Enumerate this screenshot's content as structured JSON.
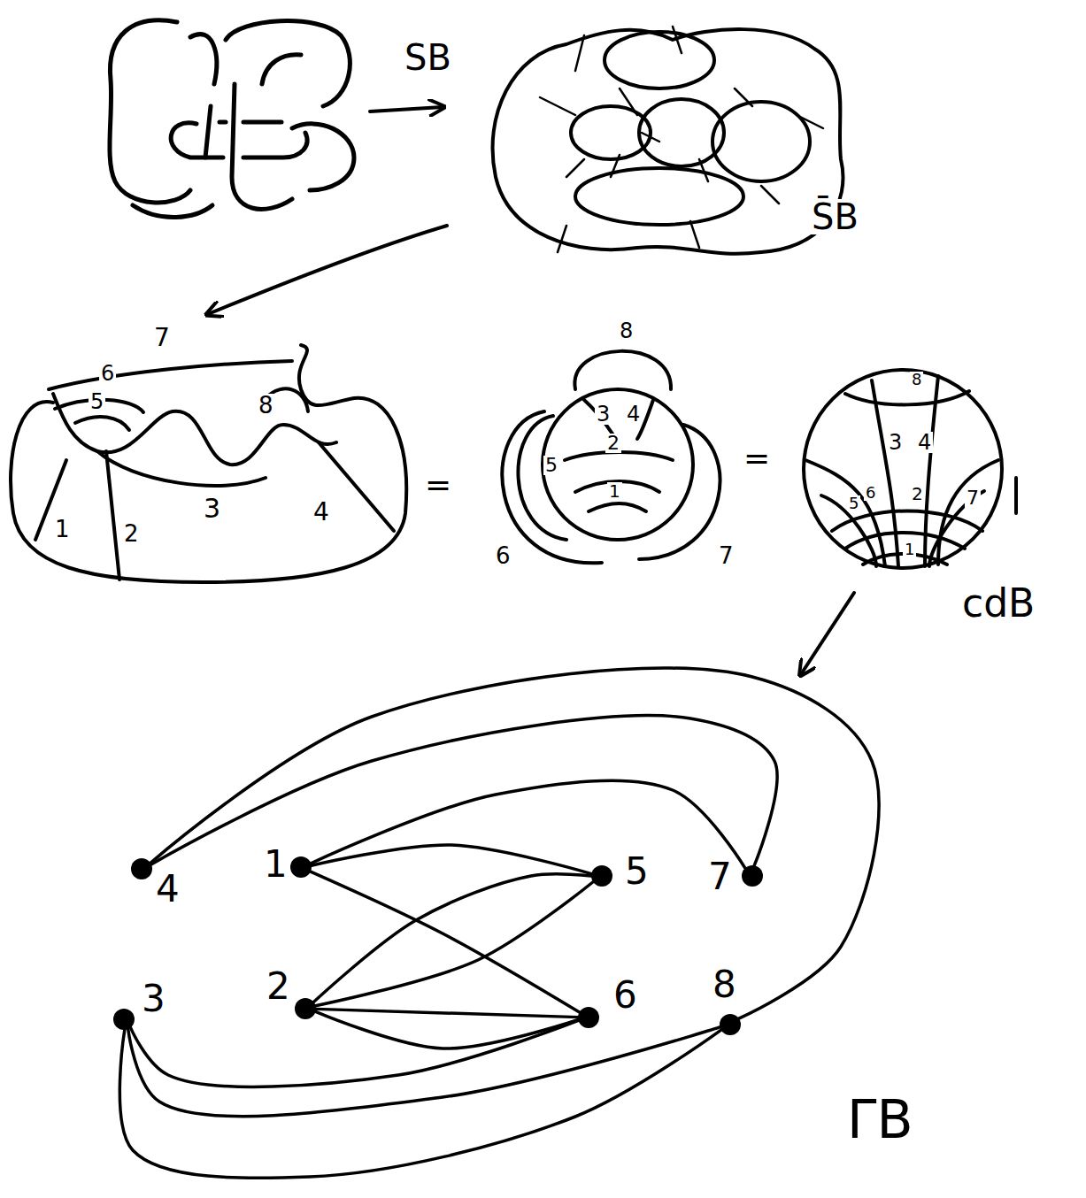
{
  "diagram": {
    "nodes": [
      {
        "text": [
          "4"
        ]
      },
      {
        "text": [
          "1"
        ]
      },
      {
        "text": [
          "5"
        ]
      },
      {
        "text": [
          "7"
        ]
      },
      {
        "text": [
          "3"
        ]
      },
      {
        "text": [
          "2"
        ]
      },
      {
        "text": [
          "6"
        ]
      },
      {
        "text": [
          "8"
        ]
      }
    ],
    "edges": [
      {
        "from": 0,
        "to": 3,
        "arrow": "none"
      },
      {
        "from": 0,
        "to": 7,
        "arrow": "none"
      },
      {
        "from": 1,
        "to": 3,
        "arrow": "none"
      },
      {
        "from": 1,
        "to": 2,
        "arrow": "none"
      },
      {
        "from": 1,
        "to": 6,
        "arrow": "none"
      },
      {
        "from": 5,
        "to": 2,
        "arrow": "none"
      },
      {
        "from": 5,
        "to": 2,
        "arrow": "none"
      },
      {
        "from": 5,
        "to": 6,
        "arrow": "none"
      },
      {
        "from": 5,
        "to": 6,
        "arrow": "none"
      },
      {
        "from": 4,
        "to": 6,
        "arrow": "none"
      },
      {
        "from": 4,
        "to": 7,
        "arrow": "none"
      },
      {
        "from": 4,
        "to": 7,
        "arrow": "none"
      }
    ],
    "labels": [
      "SB",
      "S̄B",
      "7",
      "6",
      "5",
      "8",
      "1",
      "2",
      "3",
      "4",
      "=",
      "8",
      "3",
      "4",
      "2",
      "5",
      "1",
      "6",
      "7",
      "=",
      "8",
      "3",
      "4",
      "6",
      "5",
      "2",
      "7",
      "1",
      "cdB",
      "ΓB"
    ]
  }
}
